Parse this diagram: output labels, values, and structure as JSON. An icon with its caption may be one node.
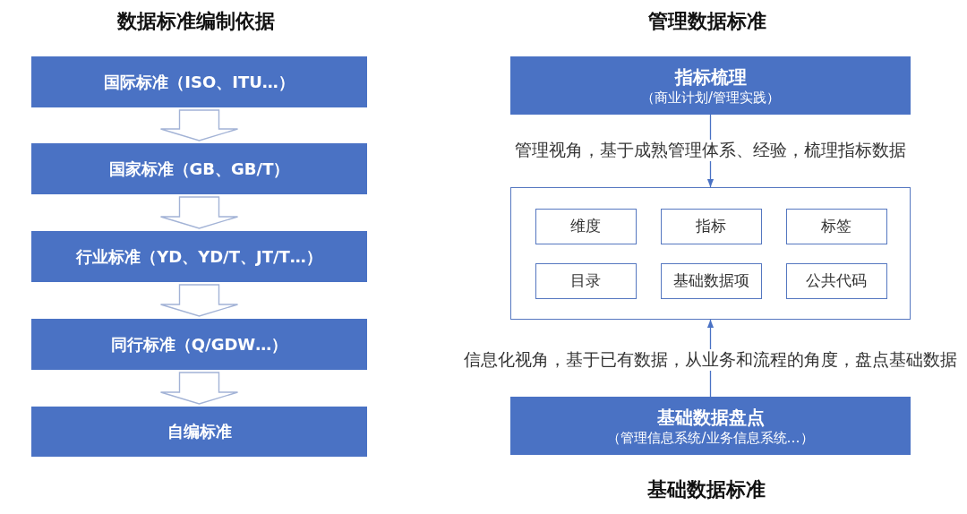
{
  "diagram": {
    "nodes": [
      {
        "text": [
          "国际标准（ISO、ITU…）"
        ]
      },
      {
        "text": [
          "国家标准（GB、GB/T）"
        ]
      },
      {
        "text": [
          "行业标准（YD、YD/T、JT/T…）"
        ]
      },
      {
        "text": [
          "同行标准（Q/GDW…）"
        ]
      },
      {
        "text": [
          "自编标准"
        ]
      },
      {
        "text": [
          "指标梳理",
          "（商业计划/管理实践）"
        ]
      },
      {
        "text": [],
        "shape": "box"
      },
      {
        "text": [
          "维度"
        ],
        "in": 6
      },
      {
        "text": [
          "指标"
        ],
        "in": 6
      },
      {
        "text": [
          "标签"
        ],
        "in": 6
      },
      {
        "text": [
          "目录"
        ],
        "in": 6
      },
      {
        "text": [
          "基础数据项"
        ],
        "in": 6
      },
      {
        "text": [
          "公共代码"
        ],
        "in": 6
      },
      {
        "text": [
          "基础数据盘点",
          "（管理信息系统/业务信息系统…）"
        ]
      }
    ],
    "edges": [
      {
        "from": 0,
        "to": 1,
        "arrow": "to"
      },
      {
        "from": 1,
        "to": 2,
        "arrow": "to"
      },
      {
        "from": 2,
        "to": 3,
        "arrow": "to"
      },
      {
        "from": 3,
        "to": 4,
        "arrow": "to"
      },
      {
        "from": 5,
        "to": 6,
        "arrow": "to",
        "label": "管理视角，基于成熟管理体系、经验，梳理指标数据",
        "color": "#4a72c4"
      },
      {
        "from": 13,
        "to": 6,
        "arrow": "to",
        "label": "信息化视角，基于已有数据，从业务和流程的角度，盘点基础数据",
        "color": "#4a72c4"
      }
    ],
    "labels": [
      "数据标准编制依据",
      "管理数据标准",
      "基础数据标准"
    ]
  }
}
